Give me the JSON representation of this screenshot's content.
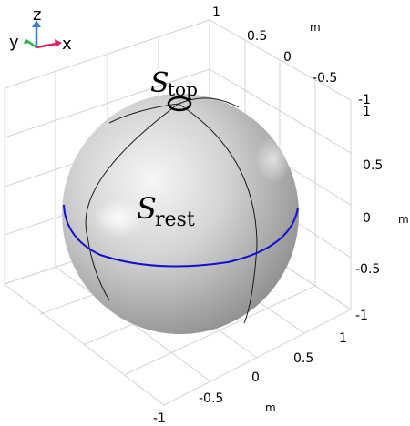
{
  "triad": {
    "y": "y",
    "z": "z",
    "x": "x"
  },
  "axis_ticks": {
    "left_top": "1",
    "back_x": [
      "0.5",
      "0",
      "-0.5",
      "-1"
    ],
    "back_unit": "m",
    "right_z": [
      "1",
      "0.5",
      "0",
      "-0.5",
      "-1"
    ],
    "right_unit": "m",
    "bottom_right": [
      "1",
      "0.5",
      "0",
      "-0.5",
      "-1"
    ],
    "bottom_unit": "m"
  },
  "surface_labels": {
    "top": {
      "base": "S",
      "sub": "top"
    },
    "rest": {
      "base": "S",
      "sub": "rest"
    }
  },
  "colors": {
    "equator": "#1010d0",
    "sphere_light": "#f4f4f4",
    "sphere_dark": "#8e8e8e",
    "triad_x": "#e0245e",
    "triad_y": "#2ab34a",
    "triad_z": "#2f7fd6"
  }
}
